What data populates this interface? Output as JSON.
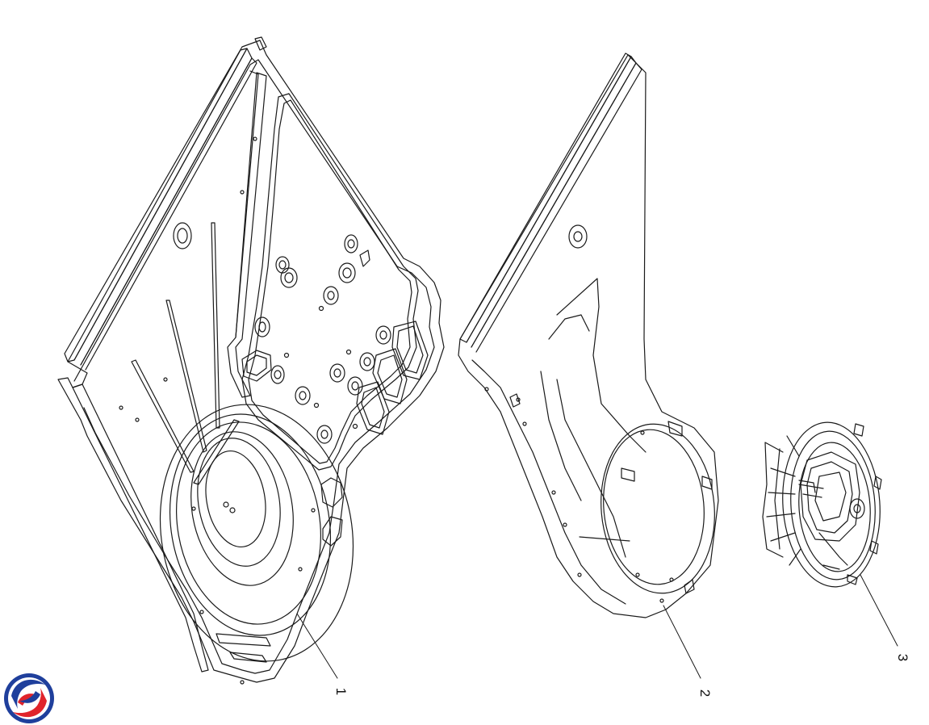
{
  "diagram": {
    "parts": [
      {
        "id": "part-1",
        "number": "1"
      },
      {
        "id": "part-2",
        "number": "2"
      },
      {
        "id": "part-3",
        "number": "3"
      }
    ]
  },
  "brand": {
    "logo_icon": "swirl-logo-icon",
    "colors": {
      "blue": "#1f3f9c",
      "red": "#e0242b"
    }
  }
}
